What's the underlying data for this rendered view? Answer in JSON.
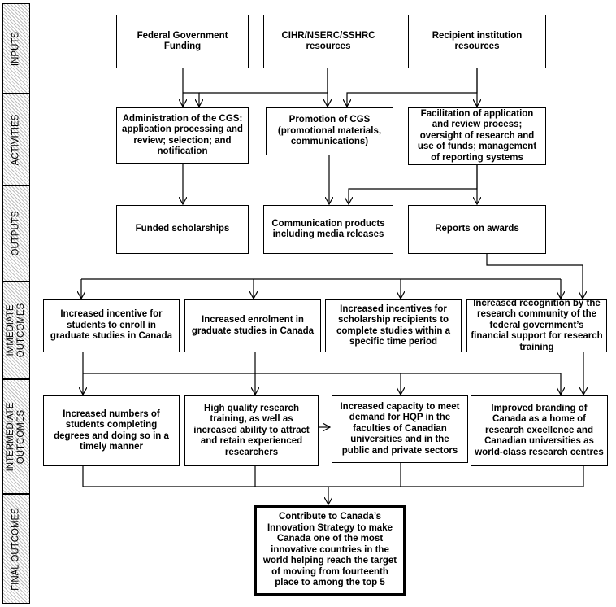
{
  "bands": [
    {
      "id": "inputs",
      "label": "INPUTS"
    },
    {
      "id": "activities",
      "label": "ACTIVITIES"
    },
    {
      "id": "outputs",
      "label": "OUTPUTS"
    },
    {
      "id": "immediate",
      "label": "IMMEDIATE\nOUTCOMES"
    },
    {
      "id": "intermediate",
      "label": "INTERMEDIATE\nOUTCOMES"
    },
    {
      "id": "final",
      "label": "FINAL OUTCOMES"
    }
  ],
  "inputs": {
    "federal": "Federal Government Funding",
    "cihr": "CIHR/NSERC/SSHRC resources",
    "recipient": "Recipient institution resources"
  },
  "activities": {
    "admin": "Administration of the CGS: application processing and review; selection; and notification",
    "promotion": "Promotion of CGS (promotional materials, communications)",
    "facilitation": "Facilitation of application and review process; oversight of research and use of funds; management of reporting systems"
  },
  "outputs": {
    "funded": "Funded scholarships",
    "communication": "Communication products including media releases",
    "reports": "Reports on awards"
  },
  "immediate": {
    "incentive": "Increased incentive for students to enroll in graduate studies in Canada",
    "enrolment": "Increased enrolment in graduate studies in Canada",
    "completion": "Increased incentives for scholarship recipients to complete studies within a specific time period",
    "recognition": "Increased recognition by the research community of the federal government’s financial support for research training"
  },
  "intermediate": {
    "degrees": "Increased numbers of students completing degrees and doing so in a timely manner",
    "training": "High quality research training, as well as increased ability to attract and retain experienced researchers",
    "capacity": "Increased capacity to meet demand for HQP in the faculties of Canadian universities and in the public and private sectors",
    "branding": "Improved branding of Canada as a home of research excellence and Canadian universities as world-class research centres"
  },
  "final": {
    "outcome": "Contribute to Canada’s Innovation Strategy to make Canada one of the most innovative countries in the world helping reach the target of moving from fourteenth place to among the top 5"
  }
}
